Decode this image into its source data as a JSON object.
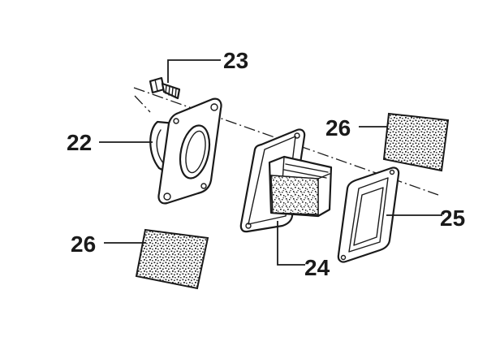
{
  "diagram": {
    "parts": [
      {
        "id": "22",
        "label": "22",
        "name": "intake-flange"
      },
      {
        "id": "23",
        "label": "23",
        "name": "bolt"
      },
      {
        "id": "24",
        "label": "24",
        "name": "reed-valve-block"
      },
      {
        "id": "25",
        "label": "25",
        "name": "gasket"
      },
      {
        "id": "26a",
        "label": "26",
        "name": "filter-pad-top"
      },
      {
        "id": "26b",
        "label": "26",
        "name": "filter-pad-bottom"
      }
    ]
  }
}
